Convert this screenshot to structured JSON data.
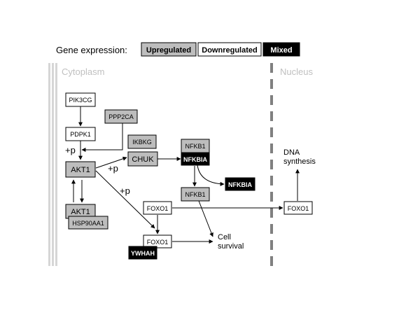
{
  "legend": {
    "title": "Gene expression:",
    "upregulated": "Upregulated",
    "downregulated": "Downregulated",
    "mixed": "Mixed"
  },
  "compartments": {
    "cytoplasm": "Cytoplasm",
    "nucleus": "Nucleus"
  },
  "nodes": {
    "pik3cg": "PIK3CG",
    "ppp2ca": "PPP2CA",
    "pdpk1": "PDPK1",
    "ikbkg": "IKBKG",
    "akt1_top": "AKT1",
    "chuk": "CHUK",
    "nfkb1_top": "NFKB1",
    "nfkbia_top": "NFKBIA",
    "nfkbia_right": "NFKBIA",
    "nfkb1_mid": "NFKB1",
    "akt1_bottom": "AKT1",
    "hsp90aa1": "HSP90AA1",
    "foxo1_mid": "FOXO1",
    "foxo1_low": "FOXO1",
    "ywhah": "YWHAH",
    "foxo1_nuc": "FOXO1"
  },
  "labels": {
    "p1": "+p",
    "p2": "+p",
    "p3": "+p",
    "dna_line1": "DNA",
    "dna_line2": "synthesis",
    "cell_line1": "Cell",
    "cell_line2": "survival"
  },
  "colors": {
    "upregulated": "#bdbdbd",
    "downregulated": "#ffffff",
    "mixed": "#000000",
    "compartment_text": "#c0c0c0",
    "membrane": "#d6d6d6",
    "nuclear_membrane": "#808080"
  }
}
